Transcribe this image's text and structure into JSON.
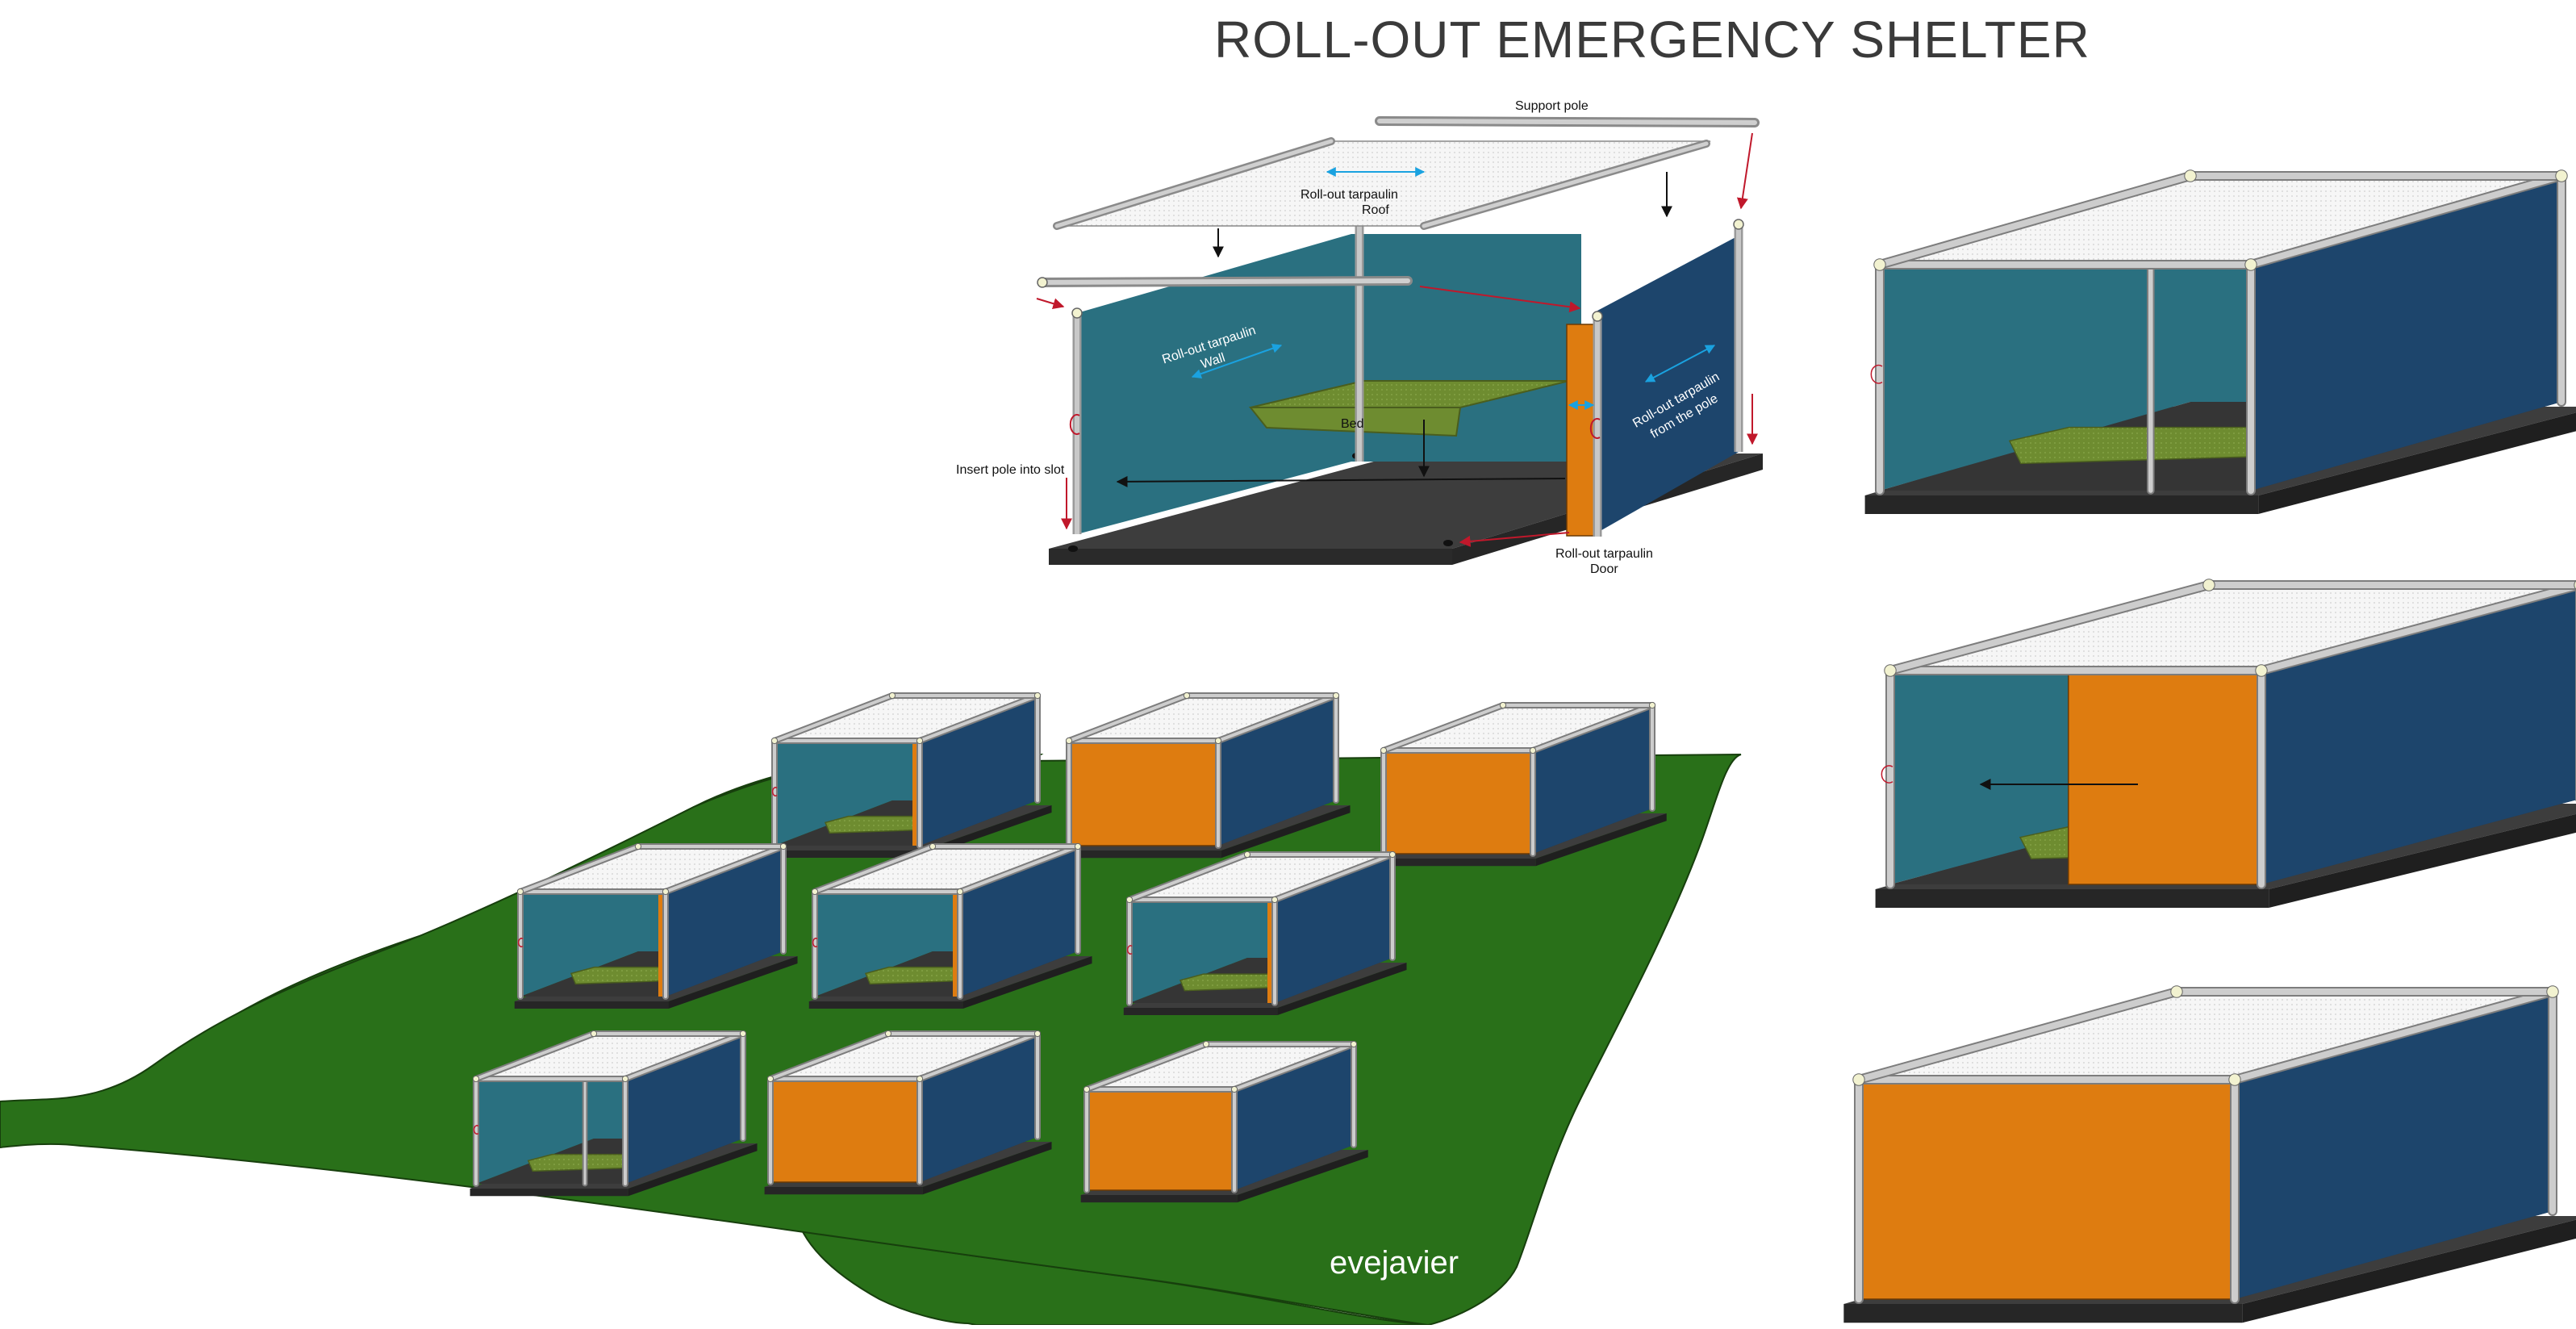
{
  "title": "ROLL-OUT EMERGENCY SHELTER",
  "labels": {
    "support_pole": "Support pole",
    "roof_line1": "Roll-out tarpaulin",
    "roof_line2": "Roof",
    "wall_line1": "Roll-out tarpaulin",
    "wall_line2": "Wall",
    "side_line1": "Roll-out tarpaulin",
    "side_line2": "from the pole",
    "bed": "Bed",
    "insert_pole": "Insert pole into slot",
    "door_line1": "Roll-out tarpaulin",
    "door_line2": "Door"
  },
  "signature": "evejavier",
  "colors": {
    "wall_teal": "#2a7080",
    "side_navy": "#1d456c",
    "door_orange": "#de7c10",
    "bed_green": "#6e8c30",
    "floor_dark": "#3d3d3d",
    "grass_green": "#297019",
    "roof_white": "#f6f6f6",
    "pole_grey": "#b8b8b8",
    "arrow_blue": "#1aa2e0",
    "arrow_red": "#c0182b"
  }
}
